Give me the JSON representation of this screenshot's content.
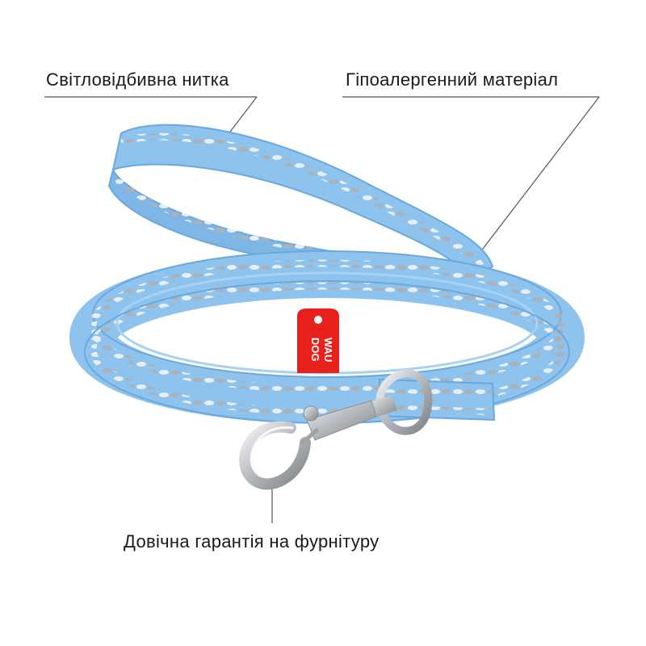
{
  "callouts": {
    "reflective_thread": "Світловідбивна нитка",
    "hypoallergenic_material": "Гіпоалергенний матеріал",
    "hardware_warranty": "Довічна гарантія на фурнітуру"
  },
  "brand_tag": {
    "line1": "WAU",
    "line2": "DOG",
    "color": "#e8211d"
  },
  "colors": {
    "leash": "#8ec3ee",
    "leash_edge": "#6aa8dd",
    "reflective": "#c8ced3",
    "metal": "#c9ccd0"
  }
}
